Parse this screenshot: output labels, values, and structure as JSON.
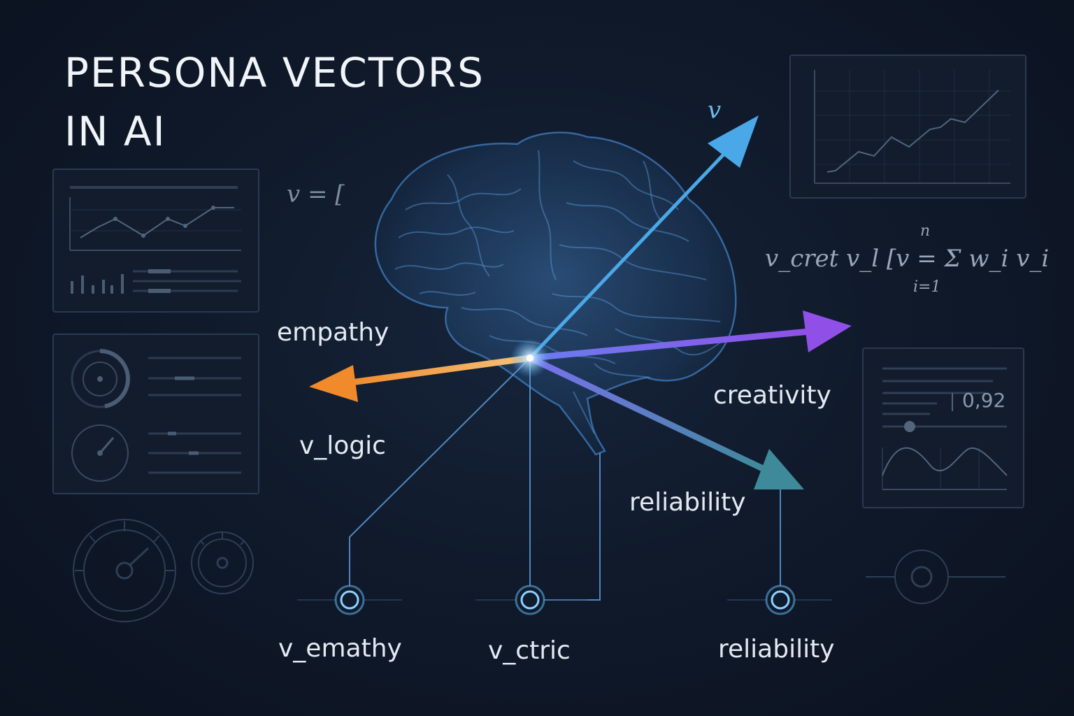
{
  "title": {
    "line1": "PERSONA VECTORS",
    "line2": "IN AI"
  },
  "vector_labels": {
    "top": "v",
    "empathy": "empathy",
    "v_logic": "v_logic",
    "creativity": "creativity",
    "reliability": "reliability"
  },
  "bottom_nodes": [
    {
      "label": "v_emathy"
    },
    {
      "label": "v_ctric"
    },
    {
      "label": "reliability"
    }
  ],
  "formulas": {
    "left": "v = [",
    "right": "v_cret v_l [v = Σ w_i v_i",
    "sum_upper": "n",
    "sum_lower": "i=1"
  },
  "panel_readout": "0,92",
  "colors": {
    "top_arrow": "#4aa8e8",
    "empathy_arrow": "#f29a3a",
    "creativity_arrow": "#8a5cf0",
    "reliability_arrow": "#6a8af0",
    "panel_stroke": "#2b3a50",
    "node": "#5aa8e0"
  },
  "icons": [
    "brain-icon",
    "line-chart-icon",
    "gauge-icon",
    "knob-icon",
    "bar-chart-icon",
    "slider-icon"
  ]
}
